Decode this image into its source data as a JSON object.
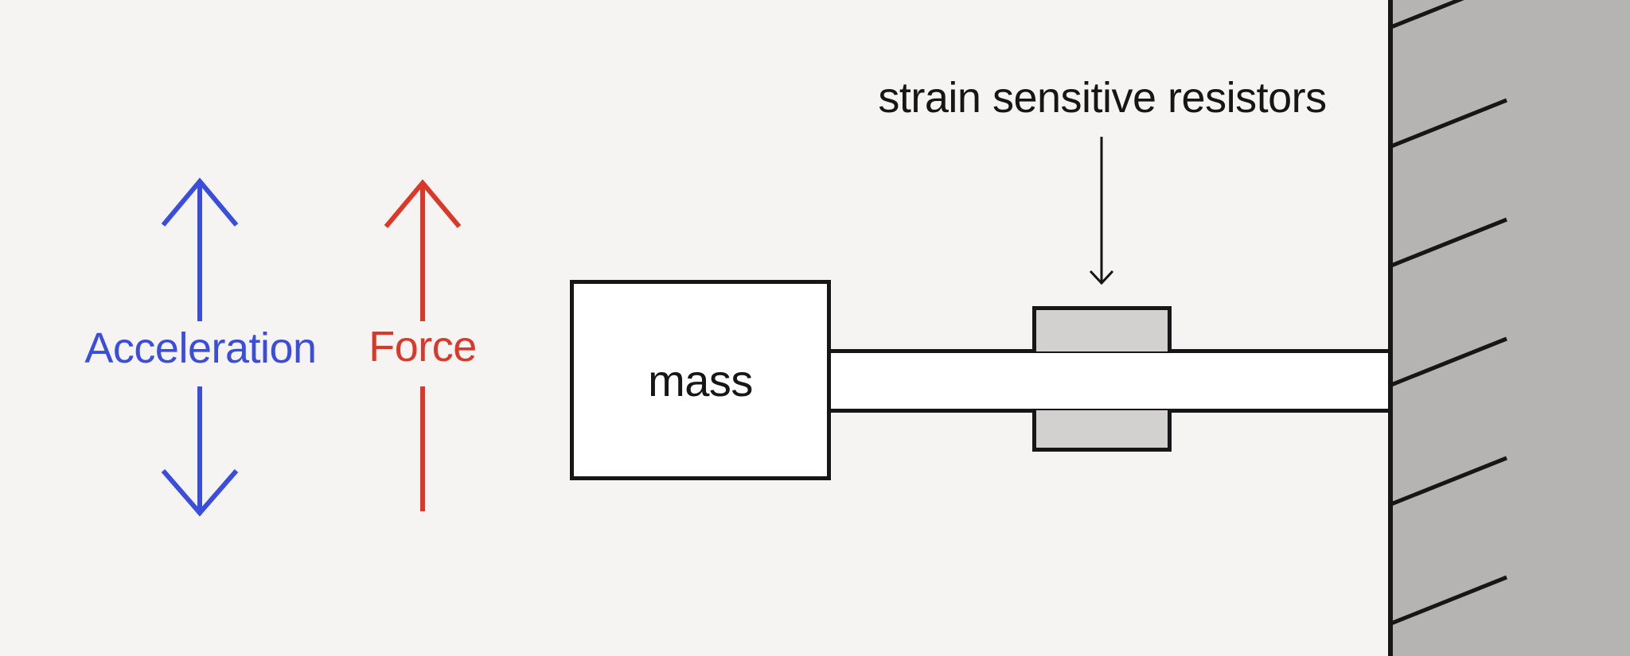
{
  "labels": {
    "acceleration": "Acceleration",
    "force": "Force",
    "mass": "mass",
    "strain_resistors": "strain sensitive resistors"
  },
  "colors": {
    "background": "#f5f4f2",
    "acceleration_blue": "#3b4edb",
    "force_red": "#da392a",
    "wall_gray": "#b5b4b2",
    "gauge_gray": "#d2d1d0",
    "box_white": "#ffffff",
    "ink": "#161616"
  }
}
